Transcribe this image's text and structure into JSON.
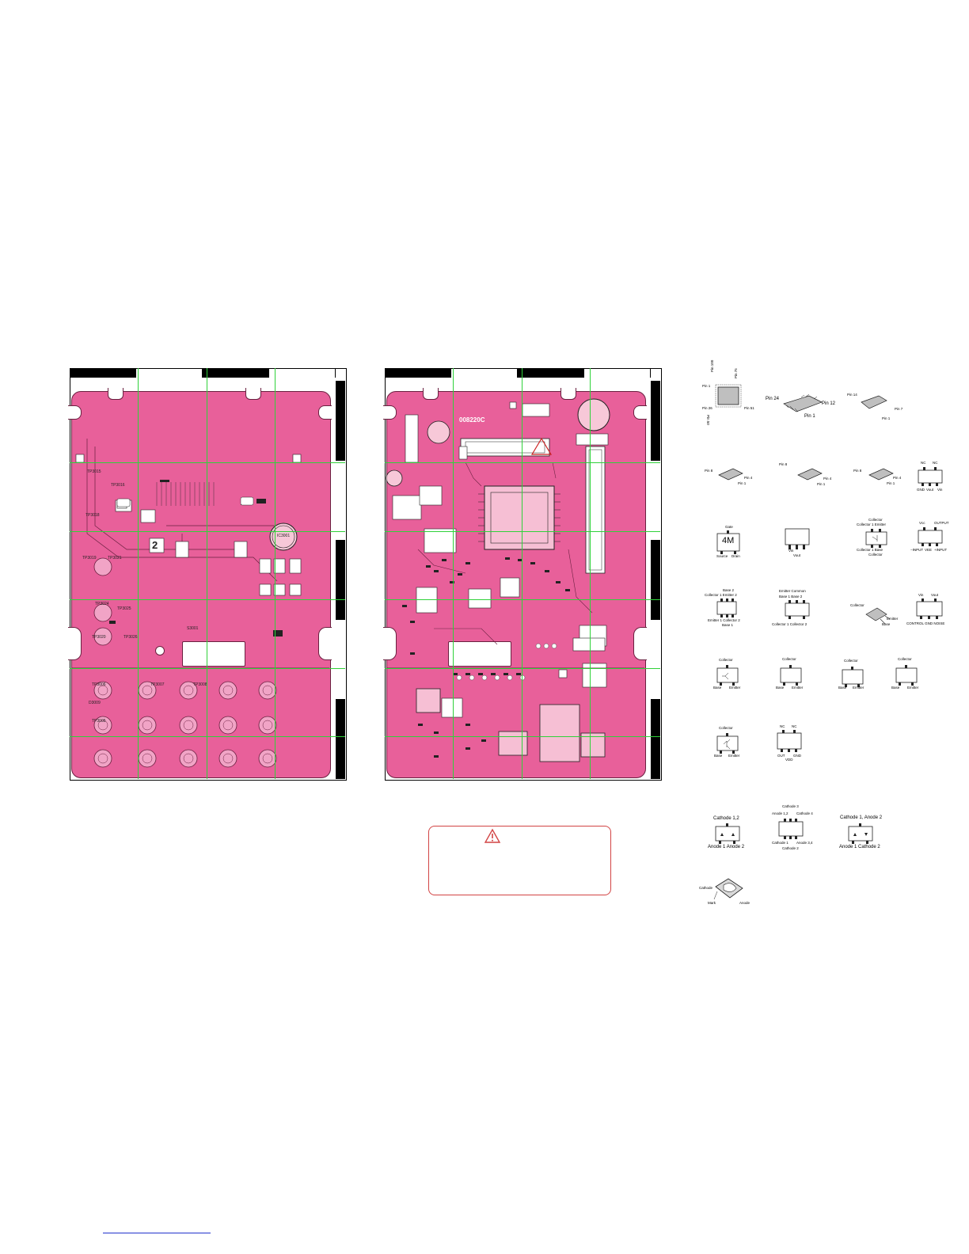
{
  "board_a": {
    "labels": {
      "board_number": "2",
      "s3001": "S3001",
      "ic3001": "IC3001",
      "tp3015": "TP3015",
      "tp3016": "TP3016",
      "tp3018": "TP3018",
      "tp3019": "TP3019",
      "tp3021": "TP3021",
      "tp3024": "TP3024",
      "tp3025": "TP3025",
      "tp3026": "TP3026",
      "tp3020": "TP3020",
      "tp3006": "TP3006",
      "tp3007": "TP3007",
      "tp3008": "TP3008",
      "tp3005": "TP3005",
      "d3009": "D3009"
    }
  },
  "board_b": {
    "labels": {
      "part_code": "008220C"
    }
  },
  "packages": {
    "qfp": {
      "pin1": "Pin 1",
      "pin100": "Pin 100",
      "pin75": "Pin 75",
      "pin26": "Pin 26",
      "pin50": "Pin 50",
      "pin51": "Pin 51"
    },
    "ssop24": {
      "pin24": "Pin 24",
      "pin12": "Pin 12",
      "pin1": "Pin 1"
    },
    "soic14": {
      "pin14": "Pin 14",
      "pin7": "Pin 7",
      "pin1": "Pin 1"
    },
    "so8_a": {
      "pin8": "Pin 8",
      "pin4": "Pin 4",
      "pin1": "Pin 1"
    },
    "so8_b": {
      "pin8": "Pin 8",
      "pin4": "Pin 4",
      "pin1": "Pin 1"
    },
    "so8_c": {
      "pin8": "Pin 8",
      "pin4": "Pin 4",
      "pin1": "Pin 1"
    },
    "sot5_a": {
      "nc1": "NC",
      "nc2": "NC",
      "gnd": "GND",
      "vout": "Vout",
      "vin": "Vin"
    },
    "fet": {
      "gate": "Gate",
      "mark": "4M",
      "source": "Source",
      "drain": "Drain"
    },
    "sot89": {
      "vin": "Vin",
      "vout": "Vout"
    },
    "dual_tr_a": {
      "collector": "Collector",
      "coll_emit": "Collector 1  Emitter",
      "coll_base": "Collector 1  Base",
      "collector_b": "Collector"
    },
    "reg5": {
      "vcc": "Vcc",
      "output": "OUTPUT",
      "ninput": "−INPUT",
      "vee": "VEE",
      "pinput": "+INPUT"
    },
    "dual_tr_b": {
      "base2": "Base 2",
      "top": "Collector 1  Emitter 2",
      "bot1": "Emitter 1  Collector 2",
      "base1": "Base 1"
    },
    "dual_tr_c": {
      "emitter_common": "Emitter Common",
      "bases": "Base 1     Base 2",
      "collectors": "Collector 1    Collector 2"
    },
    "power_tr": {
      "collector": "Collector",
      "emitter": "Emitter",
      "base": "Base"
    },
    "reg_noise": {
      "vin": "Vin",
      "vout": "Vout",
      "bottom": "CONTROL  GND  NOISE"
    },
    "dtr_1": {
      "collector": "Collector",
      "base": "Base",
      "emitter": "Emitter"
    },
    "dtr_2": {
      "collector": "Collector",
      "base": "Base",
      "emitter": "Emitter"
    },
    "dtr_3": {
      "collector": "Collector",
      "base": "Base",
      "emitter": "Emitter"
    },
    "dtr_4": {
      "collector": "Collector",
      "base": "Base",
      "emitter": "Emitter"
    },
    "tr_simple": {
      "collector": "Collector",
      "base": "Base",
      "emitter": "Emitter"
    },
    "sot5_b": {
      "nc1": "NC",
      "nc2": "NC",
      "out": "OUT",
      "vdd": "VDD",
      "gnd": "GND"
    },
    "diode_a": {
      "top": "Cathode 1,2",
      "bottom": "Anode 1   Anode 2"
    },
    "diode_quad": {
      "top": "Cathode 3",
      "tl": "Anode 1,2",
      "tr": "Cathode 4",
      "bl": "Cathode 1",
      "br": "Anode 3,4",
      "bottom": "Cathode 2"
    },
    "diode_b": {
      "top": "Cathode 1, Anode 2",
      "bottom": "Anode 1   Cathode 2"
    },
    "led": {
      "cathode": "Cathode",
      "mark": "Mark",
      "anode": "Anode"
    }
  }
}
